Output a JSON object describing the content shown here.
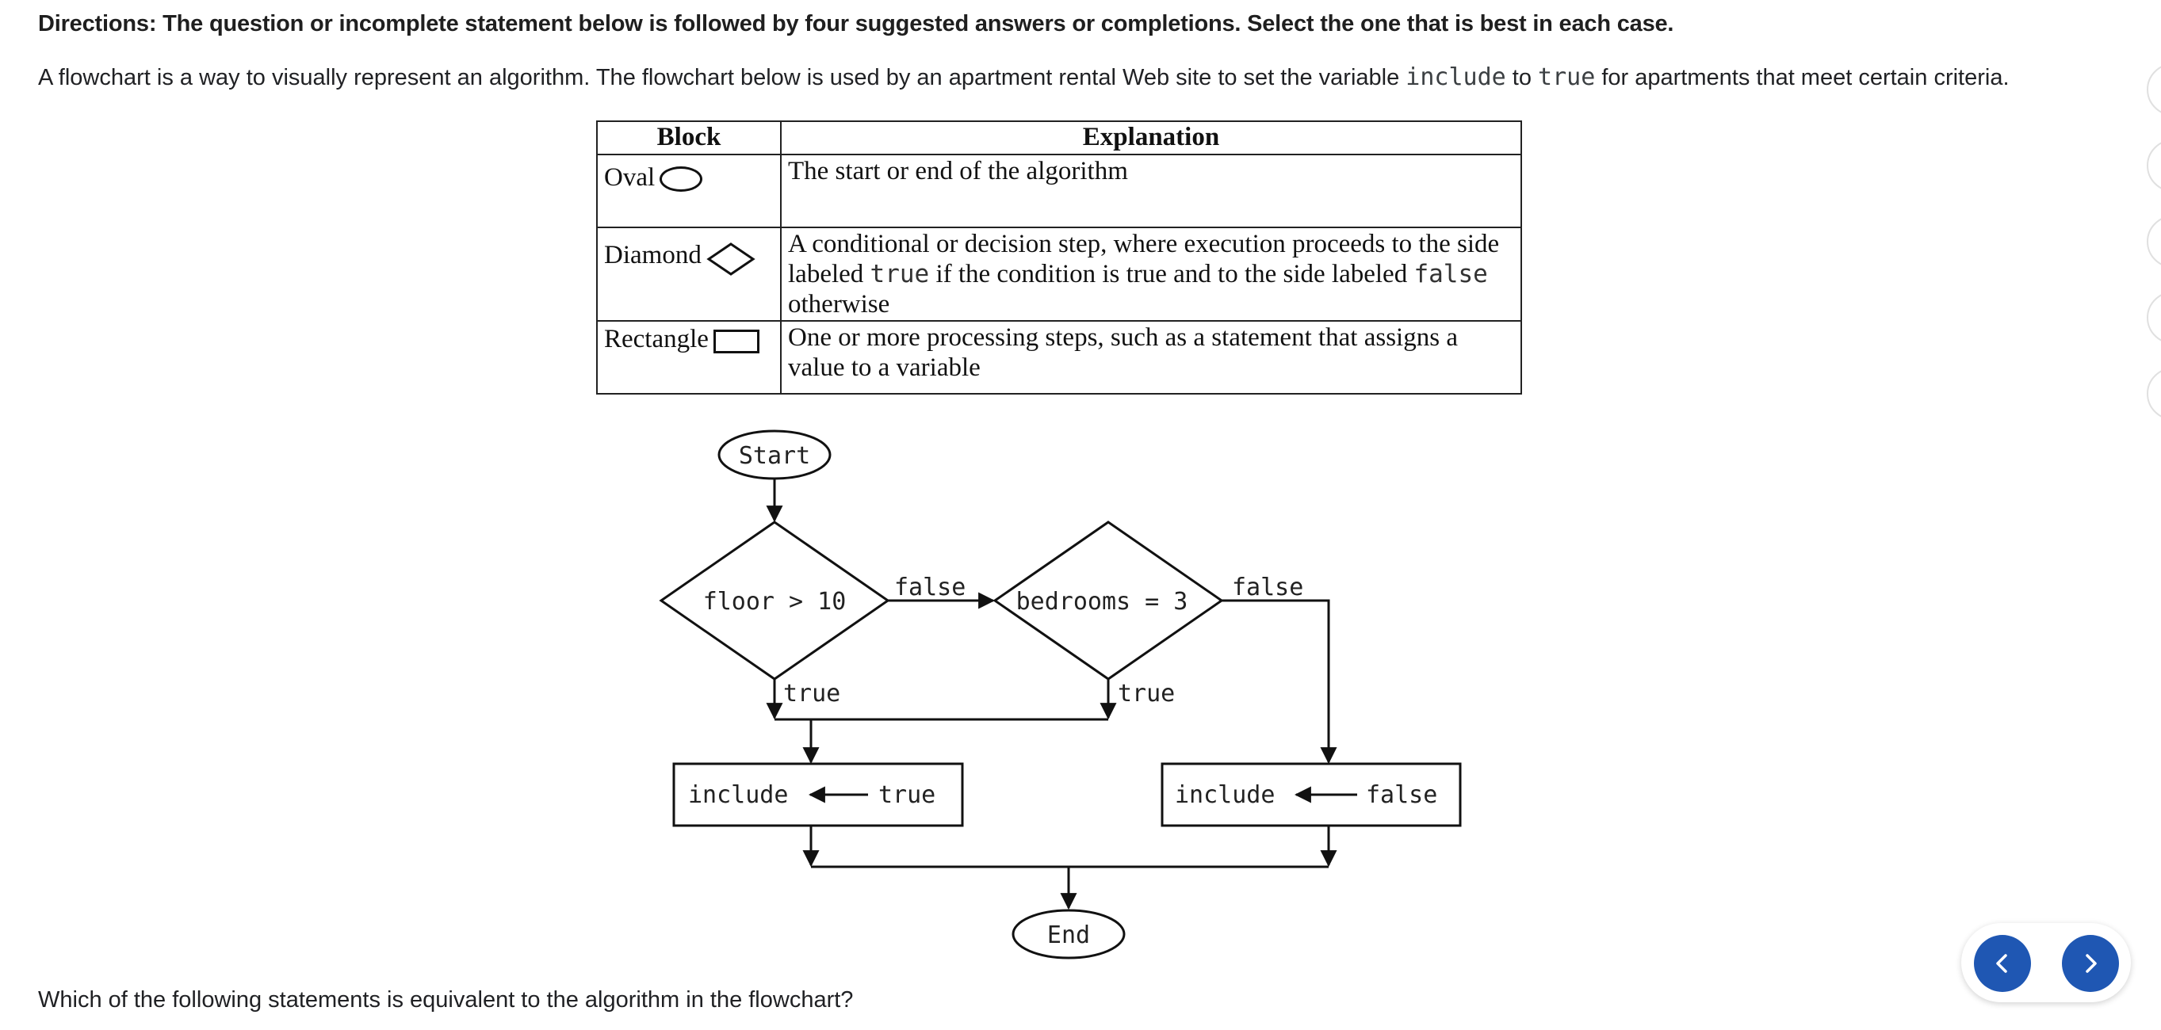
{
  "directions": "Directions: The question or incomplete statement below is followed by four suggested answers or completions. Select the one that is best in each case.",
  "intro": {
    "part1": "A flowchart is a way to visually represent an algorithm. The flowchart below is used by an apartment rental Web site to set the variable ",
    "code1": "include",
    "part2": " to ",
    "code2": "true",
    "part3": " for apartments that meet certain criteria."
  },
  "legend": {
    "headers": {
      "block": "Block",
      "explanation": "Explanation"
    },
    "rows": [
      {
        "block": "Oval",
        "icon": "oval-shape-icon",
        "explanation": "The start or end of the algorithm"
      },
      {
        "block": "Diamond",
        "icon": "diamond-shape-icon",
        "exp_a": "A conditional or decision step, where execution proceeds to the side labeled ",
        "exp_code1": "true",
        "exp_b": " if the condition is true and to the side labeled ",
        "exp_code2": "false",
        "exp_c": " otherwise"
      },
      {
        "block": "Rectangle",
        "icon": "rectangle-shape-icon",
        "explanation": "One or more processing steps, such as a statement that assigns a value to a variable"
      }
    ]
  },
  "flowchart": {
    "start": "Start",
    "cond1": "floor > 10",
    "cond2": "bedrooms = 3",
    "label_false": "false",
    "label_true": "true",
    "box1_var": "include",
    "box1_val": "true",
    "box2_var": "include",
    "box2_val": "false",
    "end": "End"
  },
  "question": "Which of the following statements is equivalent to the algorithm in the flowchart?",
  "nav": {
    "prev_icon": "chevron-left-icon",
    "next_icon": "chevron-right-icon",
    "accent": "#1f57b3"
  }
}
